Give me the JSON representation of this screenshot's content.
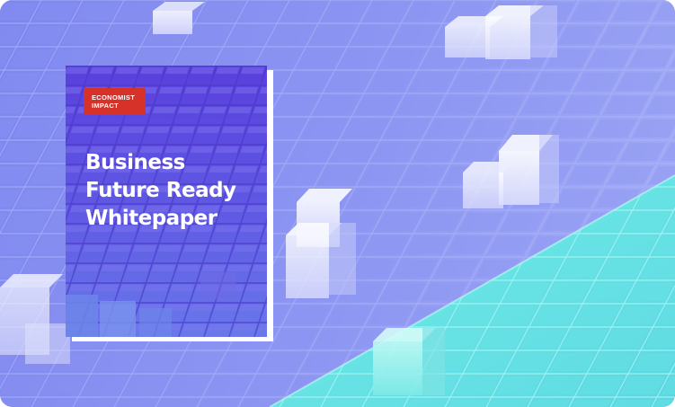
{
  "cover": {
    "brand_line1": "ECONOMIST",
    "brand_line2": "IMPACT",
    "title_lines": [
      "Business",
      "Future Ready",
      "Whitepaper"
    ]
  },
  "colors": {
    "background_purple": "#7b85ee",
    "background_cyan": "#66e6e4",
    "cover_purple": "#5b4fe0",
    "brand_red": "#d6322a",
    "text_white": "#ffffff"
  },
  "icons": {
    "hero_graphic": "isometric-cube-grid"
  }
}
